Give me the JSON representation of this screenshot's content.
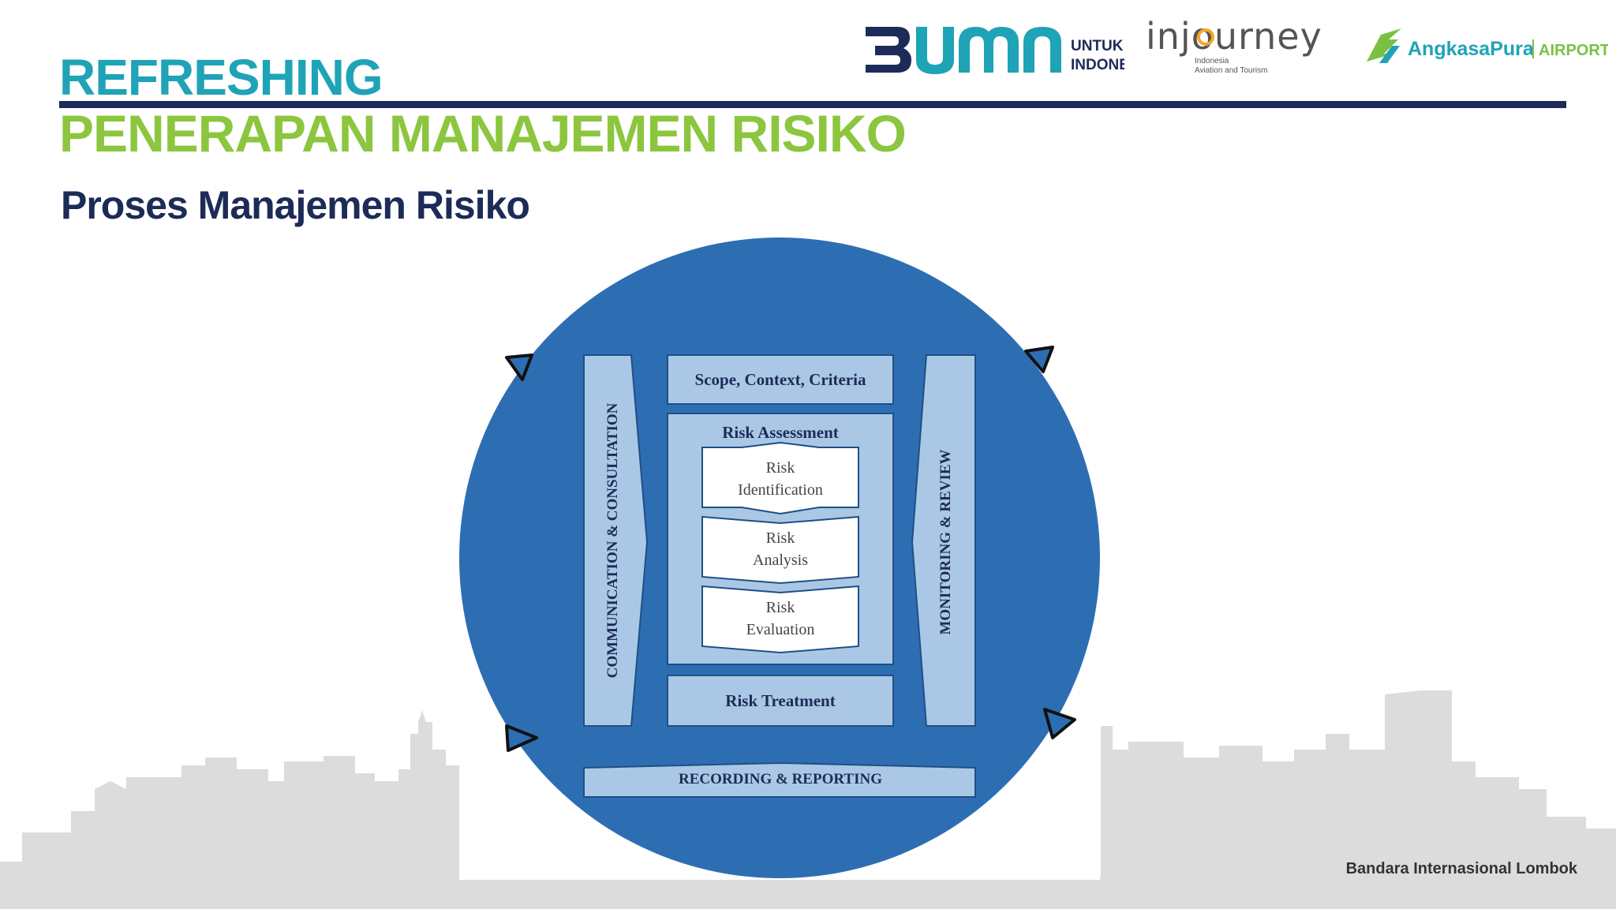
{
  "header": {
    "title_top": "REFRESHING",
    "title_main": "PENERAPAN MANAJEMEN RISIKO",
    "subtitle": "Proses Manajemen Risiko"
  },
  "logos": {
    "bumn": {
      "mark": "BUMN",
      "line1": "UNTUK",
      "line2": "INDONESIA"
    },
    "injourney": {
      "name": "injourney",
      "line1": "Indonesia",
      "line2": "Aviation and Tourism"
    },
    "angkasapura": {
      "name": "AngkasaPura",
      "tag": "AIRPORTS"
    }
  },
  "diagram": {
    "left_bar": "COMMUNICATION & CONSULTATION",
    "right_bar": "MONITORING & REVIEW",
    "scope": "Scope, Context, Criteria",
    "assessment": "Risk Assessment",
    "identification": [
      "Risk",
      "Identification"
    ],
    "analysis": [
      "Risk",
      "Analysis"
    ],
    "evaluation": [
      "Risk",
      "Evaluation"
    ],
    "treatment": "Risk Treatment",
    "recording": "RECORDING & REPORTING"
  },
  "footer": {
    "location": "Bandara Internasional Lombok"
  },
  "colors": {
    "teal": "#1fa3b7",
    "green": "#8cc63f",
    "navy": "#1c2b57",
    "circle_blue": "#2d6eb3",
    "box_blue": "#aac8e6",
    "skyline_gray": "#dcdcdc"
  }
}
